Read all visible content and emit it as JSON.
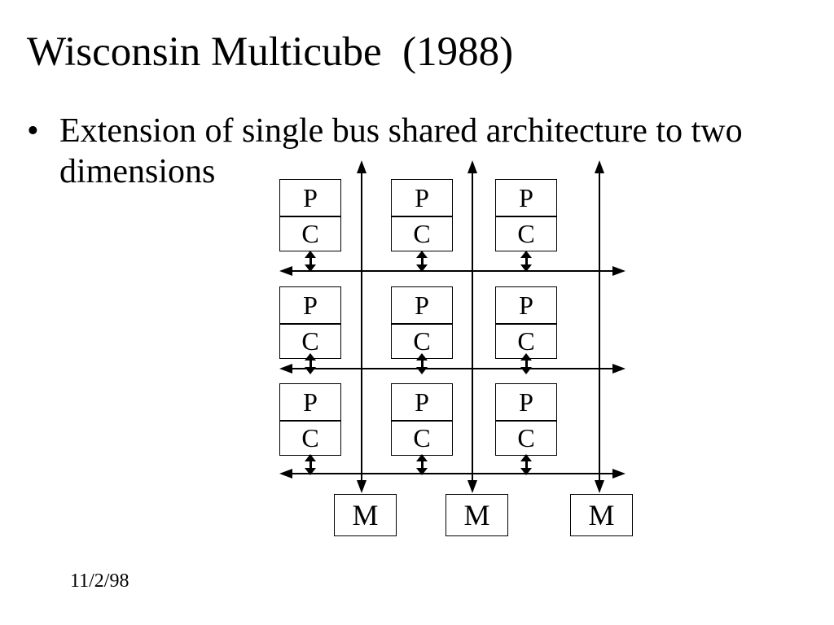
{
  "slide": {
    "title": "Wisconsin Multicube  (1988)",
    "bullet": {
      "marker": "•",
      "lines": [
        "Extension of single bus shared architecture to two",
        "dimensions"
      ]
    },
    "footer_date": "11/2/98"
  },
  "diagram": {
    "rows": [
      {
        "units": [
          {
            "p": "P",
            "c": "C"
          },
          {
            "p": "P",
            "c": "C"
          },
          {
            "p": "P",
            "c": "C"
          }
        ]
      },
      {
        "units": [
          {
            "p": "P",
            "c": "C"
          },
          {
            "p": "P",
            "c": "C"
          },
          {
            "p": "P",
            "c": "C"
          }
        ]
      },
      {
        "units": [
          {
            "p": "P",
            "c": "C"
          },
          {
            "p": "P",
            "c": "C"
          },
          {
            "p": "P",
            "c": "C"
          }
        ]
      }
    ],
    "memories": [
      {
        "label": "M"
      },
      {
        "label": "M"
      },
      {
        "label": "M"
      }
    ],
    "horizontal_bus_count": 3,
    "vertical_bus_count": 3
  },
  "colors": {
    "ink": "#000000",
    "background": "#ffffff"
  }
}
